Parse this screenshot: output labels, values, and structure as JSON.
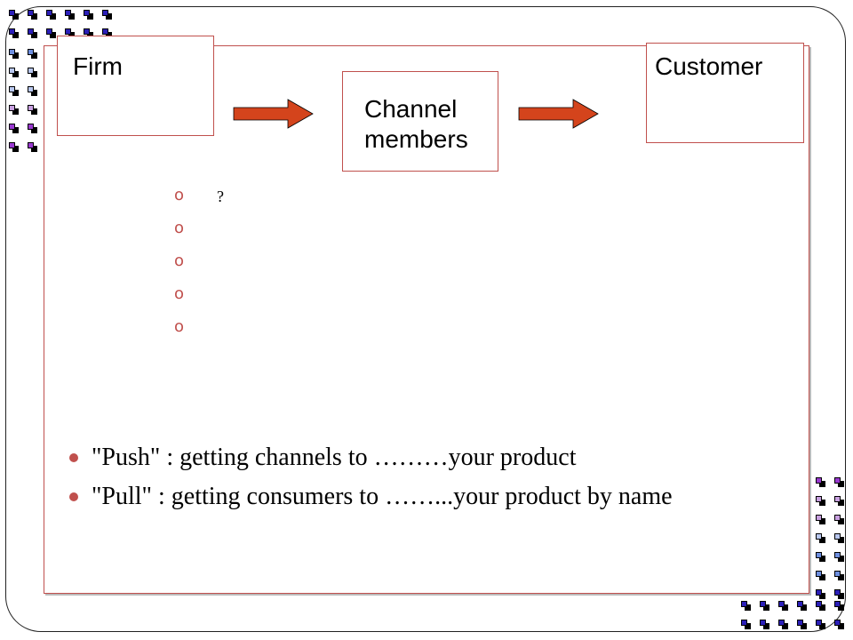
{
  "diagram": {
    "nodes": [
      {
        "id": "firm",
        "label": "Firm"
      },
      {
        "id": "channel",
        "label": "Channel\nmembers"
      },
      {
        "id": "customer",
        "label": "Customer"
      }
    ],
    "arrow_color": "#d4441c"
  },
  "sub_bullets": [
    "?",
    "",
    "",
    "",
    ""
  ],
  "bullets": [
    "\"Push\" : getting channels to ………your product",
    "\"Pull\" : getting consumers to ……...your product by name"
  ],
  "colors": {
    "accent": "#c0504d",
    "arrow": "#d4441c",
    "deco_squares": [
      "#2b1fb8",
      "#6e8fe0",
      "#b9c8f0",
      "#c8a0e0",
      "#9a3ad0"
    ]
  }
}
